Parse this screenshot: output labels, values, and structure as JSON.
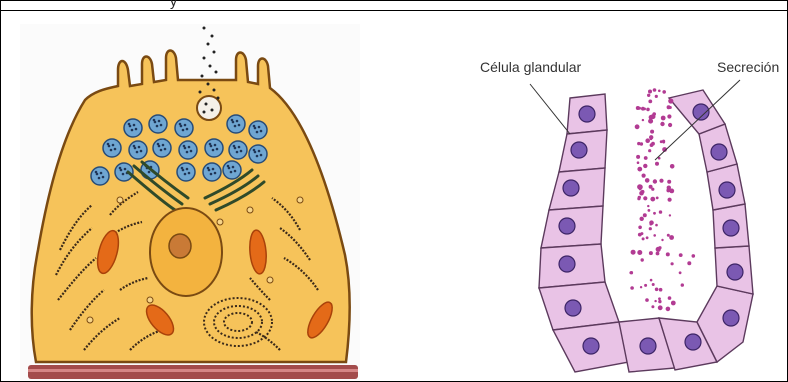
{
  "figure": {
    "cut_off_top_text": "y",
    "gland_diagram": {
      "label_glandular_cell": "Célula glandular",
      "label_secretion": "Secreción"
    }
  },
  "colors": {
    "cytoplasm": "#f6c35a",
    "cell_outline": "#7a4a12",
    "nucleus": "#f3b33f",
    "nucleolus": "#c97a36",
    "secretory_granule": "#6fa6d2",
    "mitochondria": "#e46a18",
    "er": "#3b2a1a",
    "basement": "#a34b4b",
    "gland_cell": "#e9c3e6",
    "gland_outline": "#5c3a5d",
    "gland_nucleus": "#7b59b3",
    "secretion_dots": "#b23b93"
  }
}
